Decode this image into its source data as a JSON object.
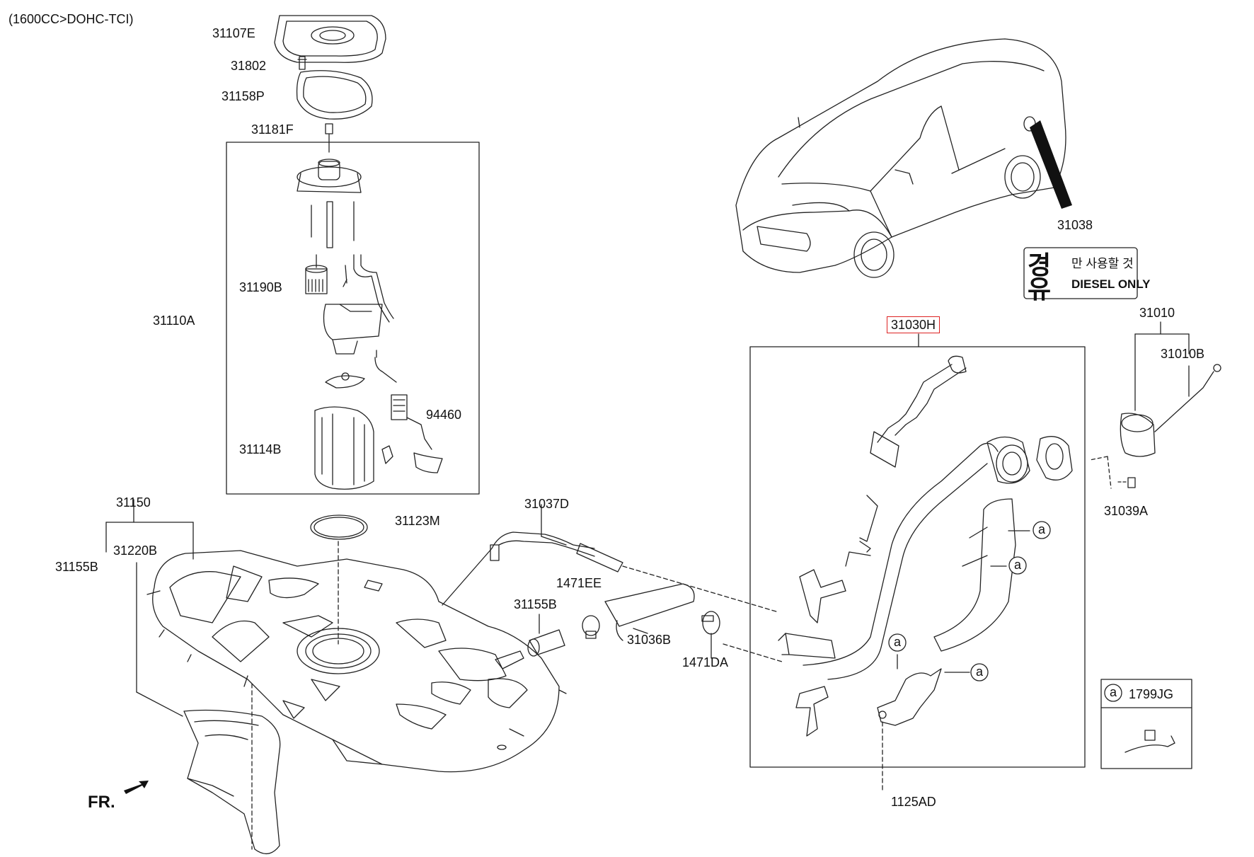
{
  "header": {
    "engine_note": "(1600CC>DOHC-TCI)"
  },
  "callouts": {
    "c31107E": "31107E",
    "c31802": "31802",
    "c31158P": "31158P",
    "c31181F": "31181F",
    "c31190B": "31190B",
    "c31110A": "31110A",
    "c94460": "94460",
    "c31114B": "31114B",
    "c31150": "31150",
    "c31123M": "31123M",
    "c31155B_left": "31155B",
    "c31220B": "31220B",
    "c31037D": "31037D",
    "c1471EE": "1471EE",
    "c31155B_mid": "31155B",
    "c31036B": "31036B",
    "c1471DA": "1471DA",
    "c31038": "31038",
    "c31030H": "31030H",
    "c31010": "31010",
    "c31010B": "31010B",
    "c31039A": "31039A",
    "c1125AD": "1125AD"
  },
  "ref_marker": "a",
  "legend": {
    "marker": "a",
    "part": "1799JG"
  },
  "label_sticker": {
    "line1_big": "경유",
    "line1_small": "만 사용할 것",
    "line2": "DIESEL ONLY"
  },
  "direction": "FR.",
  "colors": {
    "line": "#222222",
    "highlight": "#dd2222"
  }
}
